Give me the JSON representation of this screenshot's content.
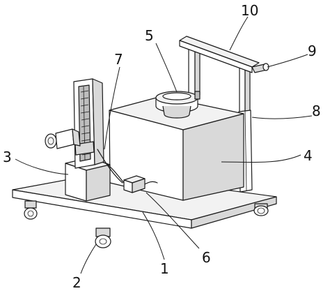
{
  "labels": {
    "n1": "1",
    "n2": "2",
    "n3": "3",
    "n4": "4",
    "n5": "5",
    "n6": "6",
    "n7": "7",
    "n8": "8",
    "n9": "9",
    "n10": "10"
  },
  "colors": {
    "stroke": "#1a1a1a",
    "shade_light": "#f2f2f2",
    "shade_mid": "#d9d9d9",
    "shade_dark": "#bdbdbd"
  }
}
